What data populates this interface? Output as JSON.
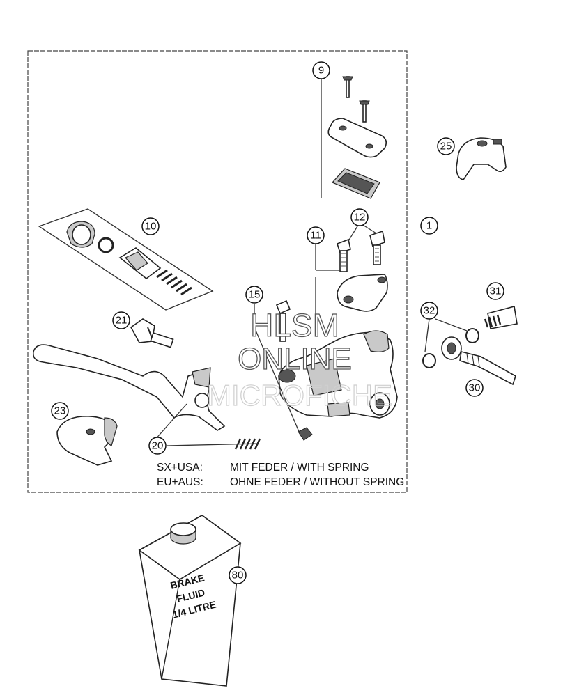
{
  "callouts": [
    "9",
    "25",
    "10",
    "11",
    "12",
    "1",
    "15",
    "31",
    "32",
    "21",
    "30",
    "23",
    "20",
    "80"
  ],
  "note": {
    "line1_prefix": "SX+USA:",
    "line1_text": "MIT FEDER / WITH SPRING",
    "line2_prefix": "EU+AUS:",
    "line2_text": "OHNE FEDER / WITHOUT SPRING"
  },
  "watermark": {
    "line1": "HLSM",
    "line2": "ONLINE",
    "line3": "MICROFICHE"
  },
  "bottle_label": {
    "line1": "BRAKE",
    "line2": "FLUID",
    "line3": "1/4 LITRE"
  }
}
